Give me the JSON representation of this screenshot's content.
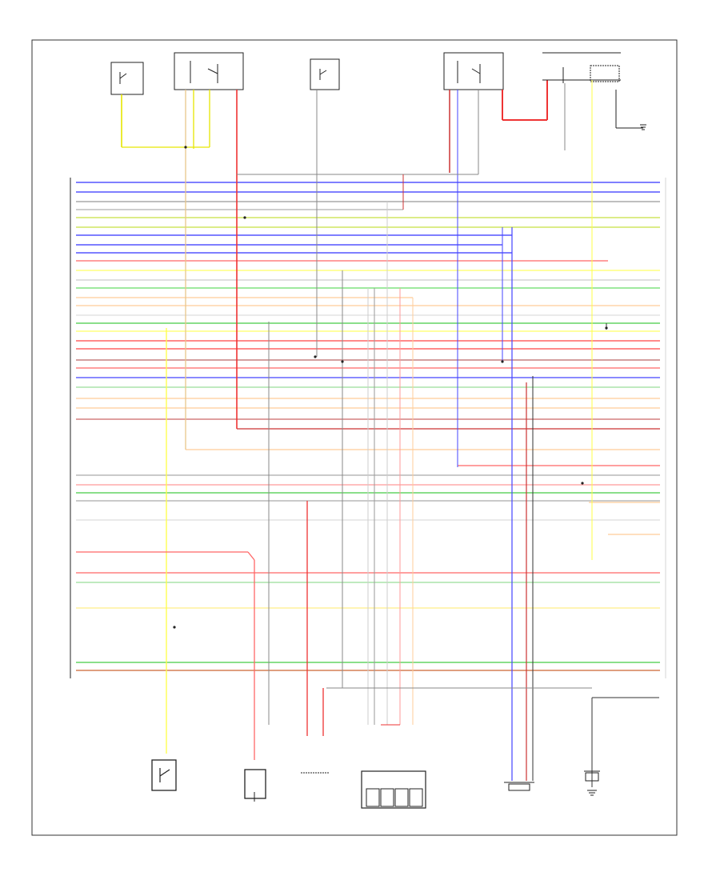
{
  "page_ref": "",
  "palette": {
    "frame": "#333333",
    "component": "#222222",
    "label_text": "#555555"
  },
  "connector": {
    "name": "",
    "pins_left": [],
    "pins_right": []
  },
  "wires": [
    {
      "color": "#3333ff",
      "kind": "blue"
    },
    {
      "color": "#3333ff",
      "kind": "blue"
    },
    {
      "color": "#999999",
      "kind": "gray"
    },
    {
      "color": "#b0b0b0",
      "kind": "gray"
    },
    {
      "color": "#c8e040",
      "kind": "yellow-green"
    },
    {
      "color": "#c8e040",
      "kind": "yellow-green"
    },
    {
      "color": "#3333ff",
      "kind": "blue"
    },
    {
      "color": "#3333ff",
      "kind": "blue"
    },
    {
      "color": "#3333ff",
      "kind": "blue"
    },
    {
      "color": "#ff6666",
      "kind": "red-light"
    },
    {
      "color": "#ffff66",
      "kind": "yellow"
    },
    {
      "color": "#cccccc",
      "kind": "gray"
    },
    {
      "color": "#66dd66",
      "kind": "green"
    },
    {
      "color": "#ffcc99",
      "kind": "orange-light"
    },
    {
      "color": "#ffcc99",
      "kind": "orange-light"
    },
    {
      "color": "#dddddd",
      "kind": "gray"
    },
    {
      "color": "#44cc44",
      "kind": "green"
    },
    {
      "color": "#ffff66",
      "kind": "yellow"
    },
    {
      "color": "#ff4444",
      "kind": "red"
    },
    {
      "color": "#ff4444",
      "kind": "red"
    },
    {
      "color": "#bb6666",
      "kind": "brown-red"
    },
    {
      "color": "#ff6666",
      "kind": "red-light"
    },
    {
      "color": "#4444ff",
      "kind": "blue"
    },
    {
      "color": "#99dd99",
      "kind": "green-light"
    },
    {
      "color": "#ffcc99",
      "kind": "orange-light"
    },
    {
      "color": "#ffcc99",
      "kind": "orange-light"
    },
    {
      "color": "#cc6666",
      "kind": "brown-red"
    },
    {
      "color": "#cc3333",
      "kind": "red-dark"
    },
    {
      "color": "#ffcc99",
      "kind": "orange-light"
    },
    {
      "color": "#ff6666",
      "kind": "red-light"
    },
    {
      "color": "#aaaaaa",
      "kind": "gray"
    },
    {
      "color": "#ff9999",
      "kind": "pink"
    },
    {
      "color": "#44cc44",
      "kind": "green"
    },
    {
      "color": "#aaaaaa",
      "kind": "gray"
    },
    {
      "color": "#dddddd",
      "kind": "gray"
    },
    {
      "color": "#ff6666",
      "kind": "red"
    },
    {
      "color": "#99dd99",
      "kind": "green-light"
    },
    {
      "color": "#ffee88",
      "kind": "yellow"
    },
    {
      "color": "#44cc44",
      "kind": "green"
    },
    {
      "color": "#cc6633",
      "kind": "brown"
    }
  ],
  "components": [],
  "icons": {
    "switch": "switch-icon",
    "relay": "relay-icon",
    "sensor": "sensor-icon",
    "ground": "ground-icon",
    "splice": "splice-icon"
  }
}
